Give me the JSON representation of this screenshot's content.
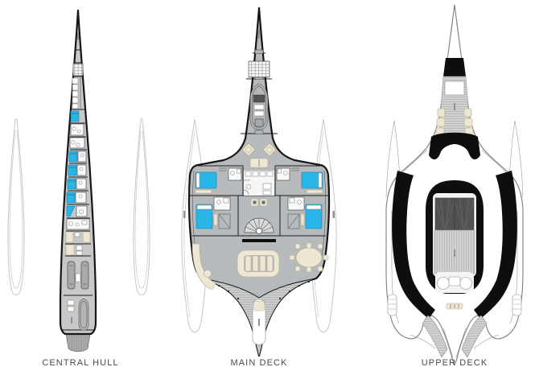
{
  "illustration": {
    "type": "yacht-deck-plans",
    "plans": [
      {
        "id": "central-hull",
        "label": "CENTRAL HULL"
      },
      {
        "id": "main-deck",
        "label": "MAIN DECK"
      },
      {
        "id": "upper-deck",
        "label": "UPPER DECK"
      }
    ]
  },
  "colors": {
    "background": "#ffffff",
    "hull_fill": "#c6c8ca",
    "deck_fill": "#b7babc",
    "outline_dark": "#161616",
    "bed_accent": "#2ab5e8",
    "furniture_cream": "#eee7d3",
    "bath_white": "#fafaf8",
    "glass_black": "#0e0e0e",
    "teak_light": "#d2d3d1",
    "faint_outline": "#c6c6c6",
    "label_text": "#4a4a4a"
  }
}
